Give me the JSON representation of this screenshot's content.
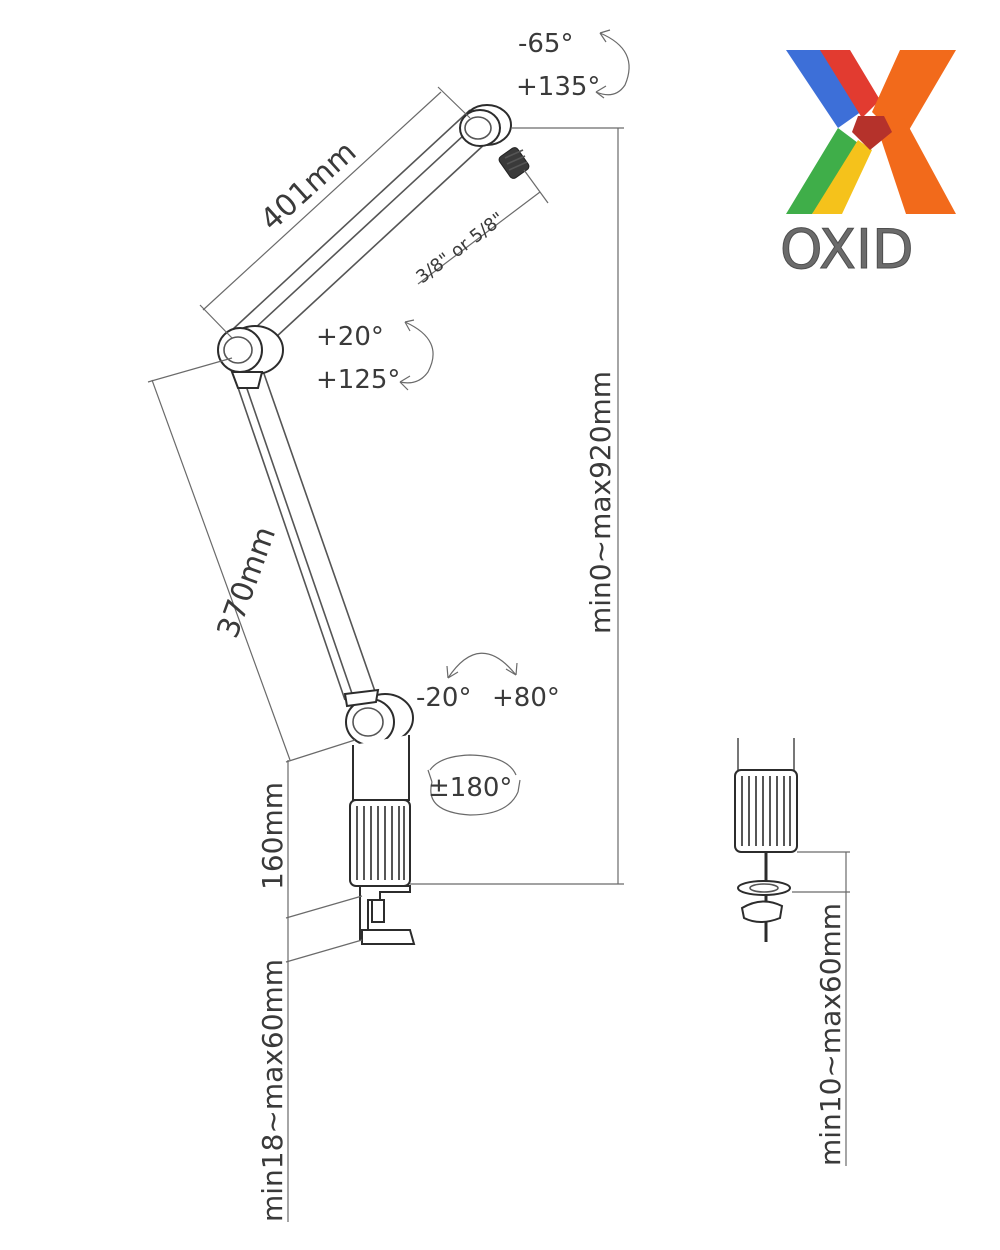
{
  "labels": {
    "head_angle_min": "-65°",
    "head_angle_max": "+135°",
    "upper_arm_length": "401mm",
    "thread_size": "3/8\" or 5/8\"",
    "elbow_angle_min": "+20°",
    "elbow_angle_max": "+125°",
    "lower_arm_length": "370mm",
    "base_angle_min": "-20°",
    "base_angle_max": "+80°",
    "rotation": "±180°",
    "post_height": "160mm",
    "reach_height": "min0~max920mm",
    "clamp_range": "min18~max60mm",
    "grommet_range": "min10~max60mm"
  },
  "logo": {
    "text": "OXID",
    "colors": {
      "blue": "#3d6fd8",
      "green": "#3fae49",
      "yellow": "#f5c21b",
      "red": "#e23b30",
      "orange": "#f26a1b",
      "text": "#6b6b6b"
    }
  }
}
